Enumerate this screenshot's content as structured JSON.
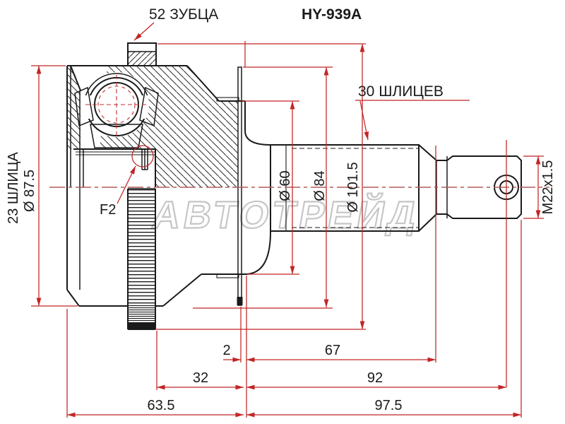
{
  "part_number": "HY-939A",
  "callouts": {
    "abs_teeth": "52 ЗУБЦА",
    "outer_splines": "30 ШЛИЦЕВ",
    "inner_splines": "23 ШЛИЦА",
    "grease": "F2"
  },
  "diameters": {
    "housing": "Ø 87.5",
    "boot_seat": "Ø 60",
    "dust_shield": "Ø 84",
    "abs_ring": "Ø 101.5"
  },
  "thread": "M22x1.5",
  "lengths": {
    "shield_gap": "2",
    "spline_section": "67",
    "ring_to_face": "32",
    "shaft_section": "92",
    "housing_length": "63.5",
    "shaft_length": "97.5"
  },
  "watermark": "АВТОТРЕЙД",
  "colors": {
    "line": "#1a1a1a",
    "dimension": "#c22525",
    "centerline": "#b35a5a",
    "watermark_outline": "#c6c6c6",
    "background": "#ffffff"
  }
}
